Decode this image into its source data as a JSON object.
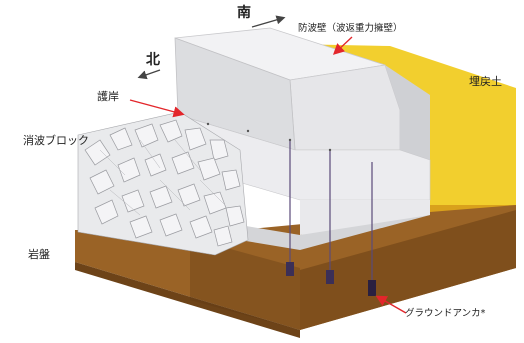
{
  "labels": {
    "south": "南",
    "north": "北",
    "wave_wall": "防波壁（波返重力擁壁）",
    "backfill": "埋戻土",
    "revetment": "護岸",
    "wave_block": "消波ブロック",
    "bedrock": "岩盤",
    "ground_anchor": "グラウンドアンカ*"
  },
  "colors": {
    "soil": "#9a6326",
    "soil_dark": "#6d4318",
    "backfill": "#f2cf2e",
    "backfill_side": "#d9a11c",
    "concrete_light": "#f2f2f4",
    "concrete_shade": "#d4d5d8",
    "arrow_red": "#e3262b",
    "anchor": "#5a4a7a"
  }
}
